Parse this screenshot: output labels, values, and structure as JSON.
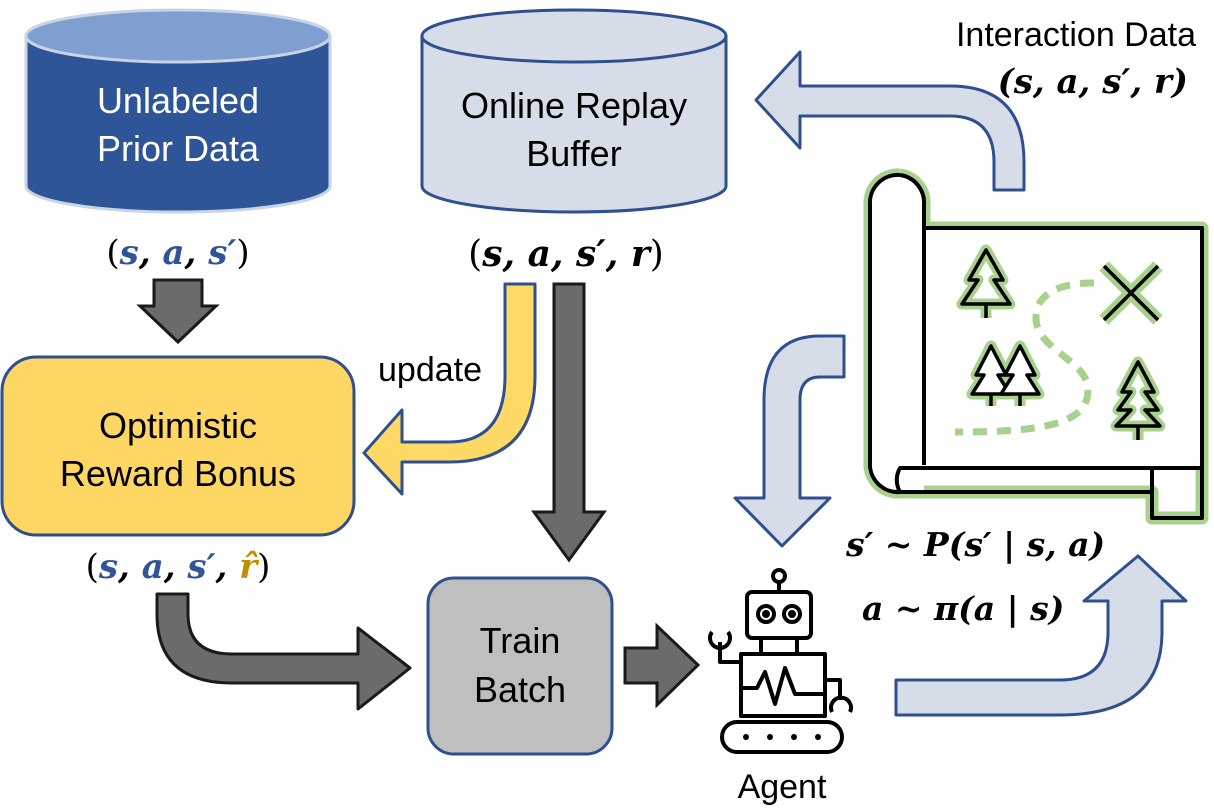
{
  "colors": {
    "prior_fill": "#2e5597",
    "buffer_fill": "#d7dde8",
    "outline_blue": "#2f4f8f",
    "bonus_fill": "#fdd663",
    "batch_fill": "#bfbfbf",
    "dark_arrow": "#6b6b6b",
    "light_arrow": "#d7dde8",
    "gold_arrow": "#ffd966",
    "map_green": "#a9d18e",
    "var_blue": "#2e5597",
    "var_gold": "#bf9000"
  },
  "nodes": {
    "prior": {
      "line1": "Unlabeled",
      "line2": "Prior Data"
    },
    "buffer": {
      "line1": "Online Replay",
      "line2": "Buffer"
    },
    "bonus": {
      "line1": "Optimistic",
      "line2": "Reward Bonus"
    },
    "batch": {
      "line1": "Train",
      "line2": "Batch"
    },
    "agent": {
      "label": "Agent"
    }
  },
  "labels": {
    "update": "update",
    "interaction_title": "Interaction Data"
  },
  "tuples": {
    "prior": {
      "open": "(",
      "s": "s",
      "sep1": ", ",
      "a": "a",
      "sep2": ", ",
      "sp": "s′",
      "close": ")"
    },
    "buffer": {
      "open": "(",
      "s": "s",
      "sep1": ", ",
      "a": "a",
      "sep2": ", ",
      "sp": "s′",
      "sep3": ", ",
      "r": "r",
      "close": ")"
    },
    "bonus": {
      "open": "(",
      "s": "s",
      "sep1": ", ",
      "a": "a",
      "sep2": ", ",
      "sp": "s′",
      "sep3": ", ",
      "rhat": "r̂",
      "close": ")"
    },
    "interaction": {
      "text": "(s, a, s′, r)"
    }
  },
  "equations": {
    "transition": "s′ ~ P(s′ | s, a)",
    "policy": "a ~ π(a | s)"
  },
  "icons": [
    "database-cylinder-icon",
    "robot-icon",
    "treasure-map-icon",
    "tree-icon",
    "x-mark-icon"
  ]
}
